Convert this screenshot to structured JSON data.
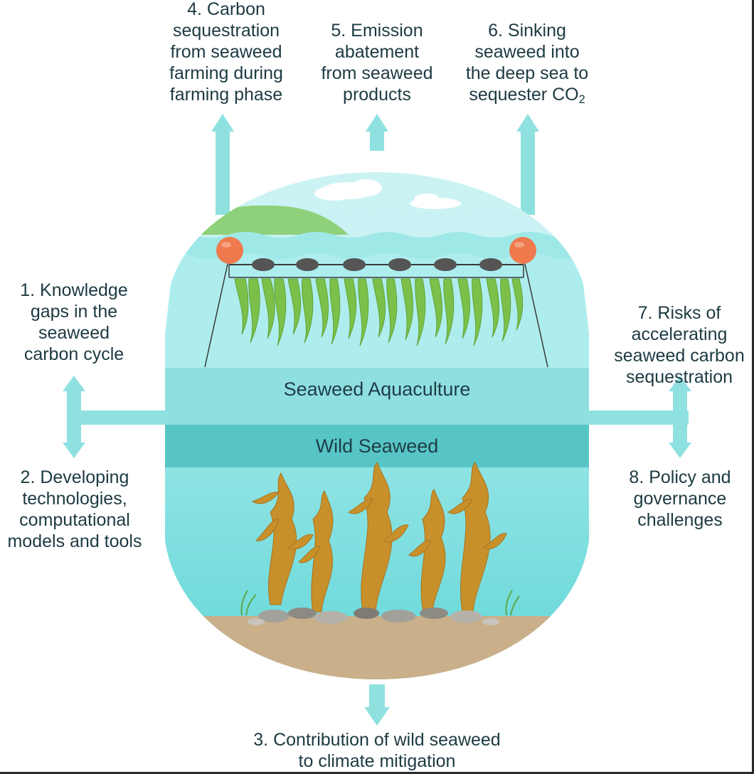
{
  "labels": {
    "l1": [
      "1. Knowledge",
      "gaps in the",
      "seaweed",
      "carbon cycle"
    ],
    "l2": [
      "2. Developing",
      "technologies,",
      "computational",
      "models and tools"
    ],
    "l3": [
      "3. Contribution of wild seaweed",
      "to climate mitigation"
    ],
    "l4": [
      "4. Carbon",
      "sequestration",
      "from seaweed",
      "farming during",
      "farming phase"
    ],
    "l5": [
      "5. Emission",
      "abatement",
      "from seaweed",
      "products"
    ],
    "l6_lines": [
      "6. Sinking",
      "seaweed into",
      "the deep sea to"
    ],
    "l6_last_prefix": "sequester CO",
    "l6_last_sub": "2",
    "l7": [
      "7. Risks of",
      "accelerating",
      "seaweed carbon",
      "sequestration"
    ],
    "l8": [
      "8. Policy and",
      "governance",
      "challenges"
    ]
  },
  "bands": {
    "aquaculture": "Seaweed Aquaculture",
    "wild": "Wild Seaweed"
  },
  "colors": {
    "arrow": "#8fe1e0",
    "sky": "#bff0f2",
    "water": "#7edfe0",
    "water_light": "#a9ecec",
    "band_aquaculture": "#8fdfe0",
    "band_wild": "#57c5c6",
    "sediment": "#c9b08a",
    "buoy": "#ef7a4e",
    "float": "#555555",
    "seaweed_green": "#7cc04a",
    "kelp_brown": "#c8902a",
    "hill": "#8fd07a"
  }
}
